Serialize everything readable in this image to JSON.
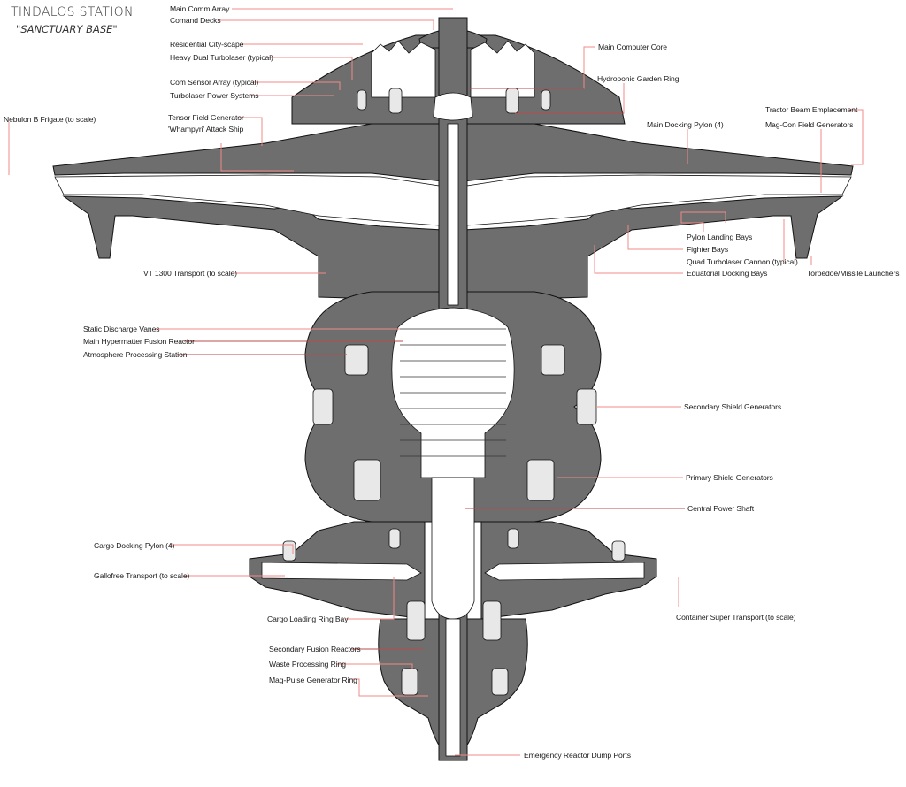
{
  "title": "TINDALOS STATION",
  "subtitle": "\"SANCTUARY BASE\"",
  "colors": {
    "hull": "#6e6e6e",
    "hull_outline": "#111111",
    "interior": "#ffffff",
    "leader_line": "#f08a8a",
    "leader_line_dark": "#8b1a1a",
    "text": "#1a1a1a"
  },
  "labels": [
    {
      "id": "main-comm-array",
      "text": "Main Comm Array"
    },
    {
      "id": "command-decks",
      "text": "Comand Decks"
    },
    {
      "id": "residential-city-scape",
      "text": "Residential City-scape"
    },
    {
      "id": "heavy-dual-turbolaser",
      "text": "Heavy Dual Turbolaser (typical)"
    },
    {
      "id": "com-sensor-array",
      "text": "Com Sensor Array (typical)"
    },
    {
      "id": "turbolaser-power-systems",
      "text": "Turbolaser Power Systems"
    },
    {
      "id": "tensor-field-generator",
      "text": "Tensor Field Generator"
    },
    {
      "id": "whampyri-attack-ship",
      "text": "'Whampyri' Attack Ship"
    },
    {
      "id": "nebulon-b-frigate",
      "text": "Nebulon B Frigate (to scale)"
    },
    {
      "id": "main-computer-core",
      "text": "Main Computer Core"
    },
    {
      "id": "hydroponic-garden-ring",
      "text": "Hydroponic Garden Ring"
    },
    {
      "id": "main-docking-pylon",
      "text": "Main Docking Pylon (4)"
    },
    {
      "id": "tractor-beam-emplacement",
      "text": "Tractor Beam Emplacement"
    },
    {
      "id": "mag-con-field-generators",
      "text": "Mag-Con Field Generators"
    },
    {
      "id": "pylon-landing-bays",
      "text": "Pylon Landing Bays"
    },
    {
      "id": "fighter-bays",
      "text": "Fighter Bays"
    },
    {
      "id": "quad-turbolaser-cannon",
      "text": "Quad Turbolaser Cannon (typical)"
    },
    {
      "id": "equatorial-docking-bays",
      "text": "Equatorial Docking Bays"
    },
    {
      "id": "torpedo-missile-launchers",
      "text": "Torpedoe/Missile Launchers"
    },
    {
      "id": "vt-1300-transport",
      "text": "VT 1300 Transport (to scale)"
    },
    {
      "id": "static-discharge-vanes",
      "text": "Static Discharge Vanes"
    },
    {
      "id": "main-hypermatter-fusion-reactor",
      "text": "Main Hypermatter Fusion Reactor"
    },
    {
      "id": "atmosphere-processing-station",
      "text": "Atmosphere Processing Station"
    },
    {
      "id": "secondary-shield-generators",
      "text": "Secondary Shield Generators"
    },
    {
      "id": "primary-shield-generators",
      "text": "Primary Shield Generators"
    },
    {
      "id": "central-power-shaft",
      "text": "Central Power Shaft"
    },
    {
      "id": "cargo-docking-pylon",
      "text": "Cargo Docking Pylon (4)"
    },
    {
      "id": "gallofree-transport",
      "text": "Gallofree Transport (to scale)"
    },
    {
      "id": "cargo-loading-ring-bay",
      "text": "Cargo Loading Ring Bay"
    },
    {
      "id": "container-super-transport",
      "text": "Container Super Transport (to scale)"
    },
    {
      "id": "secondary-fusion-reactors",
      "text": "Secondary Fusion Reactors"
    },
    {
      "id": "waste-processing-ring",
      "text": "Waste Processing Ring"
    },
    {
      "id": "mag-pulse-generator-ring",
      "text": "Mag-Pulse Generator Ring"
    },
    {
      "id": "emergency-reactor-dump-ports",
      "text": "Emergency Reactor Dump Ports"
    }
  ]
}
